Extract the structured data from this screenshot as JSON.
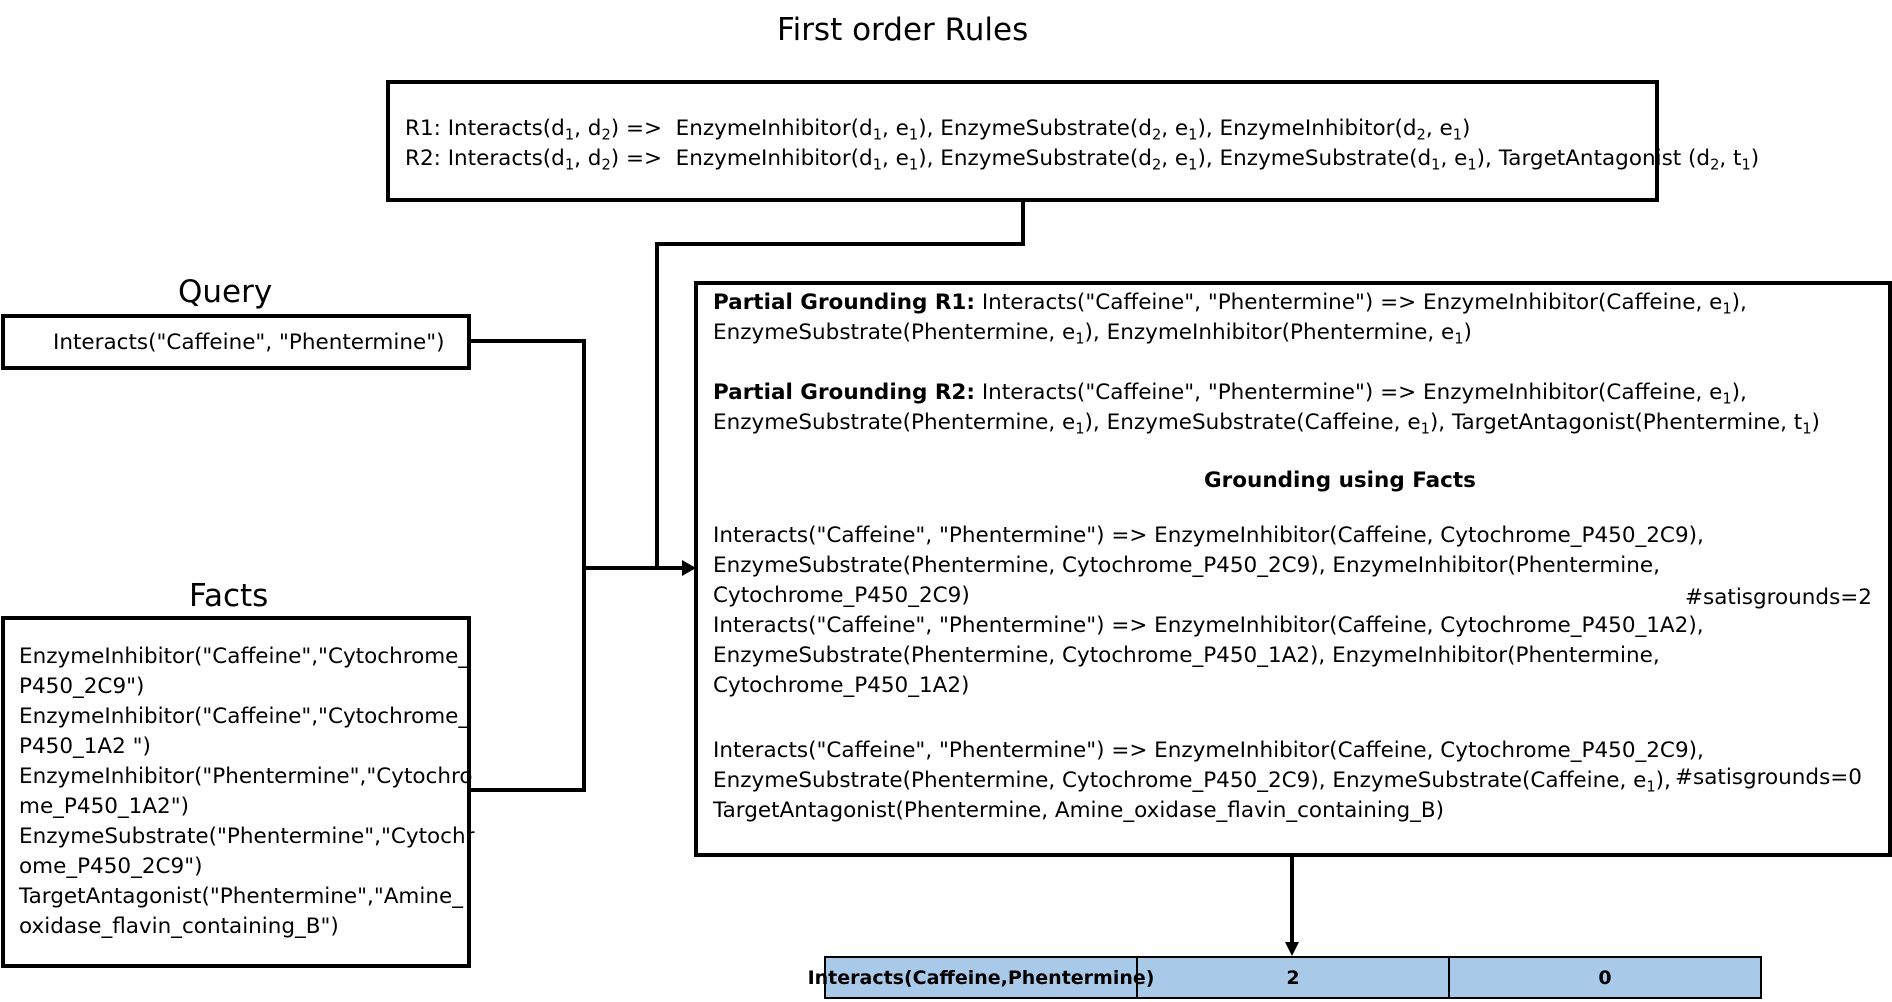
{
  "title": "First order Rules",
  "rules": [
    {
      "id": "R1",
      "label": "R1:",
      "premise": "Interacts(d",
      "premise_args": [
        "1",
        ", d",
        "2",
        ") =>  "
      ],
      "text": "R1: Interacts(d1, d2) =>  EnzymeInhibitor(d1, e1), EnzymeSubstrate(d2, e1), EnzymeInhibitor(d2, e1)"
    },
    {
      "id": "R2",
      "label": "R2:",
      "text": "R2: Interacts(d1, d2) =>  EnzymeInhibitor(d1, e1), EnzymeSubstrate(d2, e1), EnzymeSubstrate(d1, e1), TargetAntagonist (d2, t1)"
    }
  ],
  "query": {
    "heading": "Query",
    "text": "Interacts(\"Caffeine\", \"Phentermine\")"
  },
  "facts": {
    "heading": "Facts",
    "lines": [
      "EnzymeInhibitor(\"Caffeine\",\"Cytochrome_",
      "P450_2C9\")",
      "EnzymeInhibitor(\"Caffeine\",\"Cytochrome_",
      "P450_1A2 \")",
      "EnzymeInhibitor(\"Phentermine\",\"Cytochro",
      "me_P450_1A2\")",
      "EnzymeSubstrate(\"Phentermine\",\"Cytochr",
      "ome_P450_2C9\")",
      "TargetAntagonist(\"Phentermine\",\"Amine_",
      "oxidase_flavin_containing_B\")"
    ]
  },
  "grounding": {
    "pg_r1_label": "Partial Grounding R1:",
    "pg_r1_line1": " Interacts(\"Caffeine\", \"Phentermine\") => EnzymeInhibitor(Caffeine, e",
    "pg_r1_line2a": "EnzymeSubstrate(Phentermine, e",
    "pg_r1_line2b": "), EnzymeInhibitor(Phentermine, e",
    "pg_r2_label": "Partial Grounding R2:",
    "pg_r2_line1": " Interacts(\"Caffeine\", \"Phentermine\") => EnzymeInhibitor(Caffeine, e",
    "pg_r2_line2a": "EnzymeSubstrate(Phentermine, e",
    "pg_r2_line2b": "), EnzymeSubstrate(Caffeine, e",
    "pg_r2_line2c": "), TargetAntagonist(Phentermine, t",
    "arrow_label": "Grounding using Facts",
    "group1": [
      "Interacts(\"Caffeine\", \"Phentermine\") => EnzymeInhibitor(Caffeine, Cytochrome_P450_2C9),",
      "EnzymeSubstrate(Phentermine, Cytochrome_P450_2C9), EnzymeInhibitor(Phentermine,",
      "Cytochrome_P450_2C9)",
      "Interacts(\"Caffeine\", \"Phentermine\") => EnzymeInhibitor(Caffeine, Cytochrome_P450_1A2),",
      "EnzymeSubstrate(Phentermine, Cytochrome_P450_1A2), EnzymeInhibitor(Phentermine,",
      "Cytochrome_P450_1A2)"
    ],
    "group1_count": "#satisgrounds=2",
    "group2_line1": "Interacts(\"Caffeine\", \"Phentermine\") => EnzymeInhibitor(Caffeine, Cytochrome_P450_2C9),",
    "group2_line2a": "EnzymeSubstrate(Phentermine, Cytochrome_P450_2C9), EnzymeSubstrate(Caffeine, e",
    "group2_line2b": "),",
    "group2_line3": " TargetAntagonist(Phentermine, Amine_oxidase_flavin_containing_B)",
    "group2_count": "#satisgrounds=0"
  },
  "result_row": [
    "Interacts(Caffeine,Phentermine)",
    "2",
    "0"
  ],
  "colors": {
    "table_fill": "#a9c9e9",
    "stroke": "#000000"
  }
}
